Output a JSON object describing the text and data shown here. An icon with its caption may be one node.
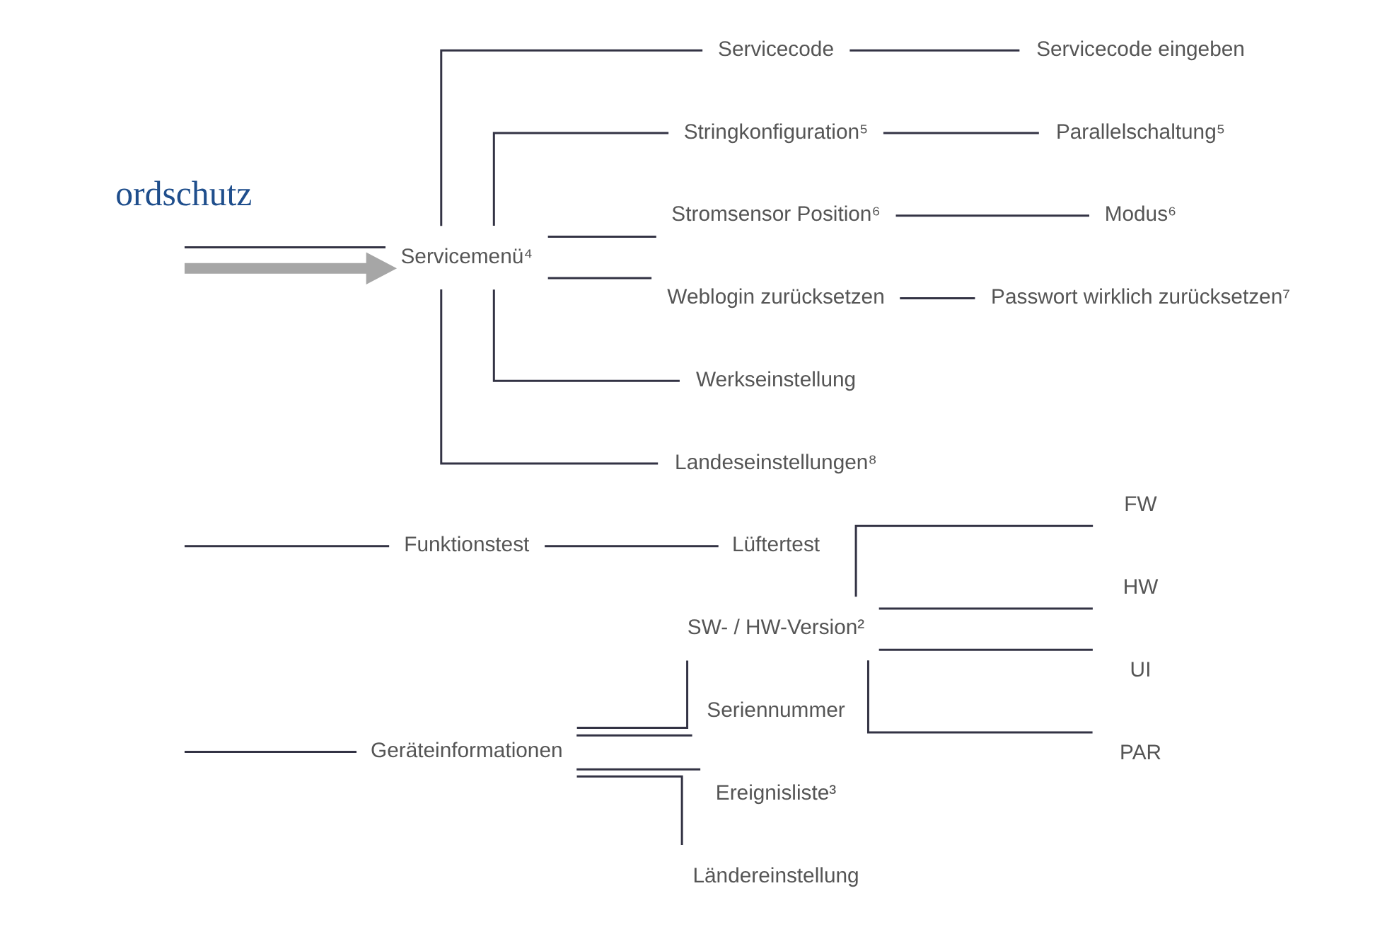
{
  "diagram": {
    "nodes": [
      {
        "text": [
          "Geräteinformationen"
        ]
      },
      {
        "text": [
          "SW- / HW-Version²"
        ]
      },
      {
        "text": [
          "FW"
        ]
      },
      {
        "text": [
          "HW"
        ]
      },
      {
        "text": [
          "UI"
        ]
      },
      {
        "text": [
          "PAR"
        ]
      },
      {
        "text": [
          "Seriennummer"
        ]
      },
      {
        "text": [
          "Ereignisliste³"
        ]
      },
      {
        "text": [
          "Ländereinstellung"
        ]
      },
      {
        "text": [
          "Funktionstest"
        ]
      },
      {
        "text": [
          "Lüftertest"
        ]
      },
      {
        "text": [
          "Servicemenü⁴"
        ]
      },
      {
        "text": [
          "Servicecode"
        ]
      },
      {
        "text": [
          "Servicecode eingeben"
        ]
      },
      {
        "text": [
          "Stringkonfiguration⁵"
        ]
      },
      {
        "text": [
          "Parallelschaltung⁵"
        ]
      },
      {
        "text": [
          "Stromsensor Position⁶"
        ]
      },
      {
        "text": [
          "Modus⁶"
        ]
      },
      {
        "text": [
          "Weblogin zurücksetzen"
        ]
      },
      {
        "text": [
          "Passwort wirklich zurücksetzen⁷"
        ]
      },
      {
        "text": [
          "Werkseinstellung"
        ]
      },
      {
        "text": [
          "Landeseinstellungen⁸"
        ]
      }
    ],
    "edges": [
      {
        "from": null,
        "to": 0,
        "arrow": "none"
      },
      {
        "from": null,
        "to": 9,
        "arrow": "none"
      },
      {
        "from": null,
        "to": 11,
        "arrow": "none"
      },
      {
        "from": 0,
        "to": 1,
        "arrow": "none"
      },
      {
        "from": 1,
        "to": 2,
        "arrow": "none"
      },
      {
        "from": 1,
        "to": 3,
        "arrow": "none"
      },
      {
        "from": 1,
        "to": 4,
        "arrow": "none"
      },
      {
        "from": 1,
        "to": 5,
        "arrow": "none"
      },
      {
        "from": 0,
        "to": 6,
        "arrow": "none"
      },
      {
        "from": 0,
        "to": 7,
        "arrow": "none"
      },
      {
        "from": 0,
        "to": 8,
        "arrow": "none"
      },
      {
        "from": 9,
        "to": 10,
        "arrow": "none"
      },
      {
        "from": 11,
        "to": 12,
        "arrow": "none"
      },
      {
        "from": 12,
        "to": 13,
        "arrow": "none"
      },
      {
        "from": 11,
        "to": 14,
        "arrow": "none"
      },
      {
        "from": 14,
        "to": 15,
        "arrow": "none"
      },
      {
        "from": 11,
        "to": 16,
        "arrow": "none"
      },
      {
        "from": 16,
        "to": 17,
        "arrow": "none"
      },
      {
        "from": 11,
        "to": 18,
        "arrow": "none"
      },
      {
        "from": 18,
        "to": 19,
        "arrow": "none"
      },
      {
        "from": 11,
        "to": 20,
        "arrow": "none"
      },
      {
        "from": 11,
        "to": 21,
        "arrow": "none"
      },
      {
        "from": null,
        "to": 11,
        "arrow": "to",
        "style": "thick",
        "color": "#a6a6a6"
      }
    ],
    "labels": [
      "ordschutz"
    ]
  }
}
